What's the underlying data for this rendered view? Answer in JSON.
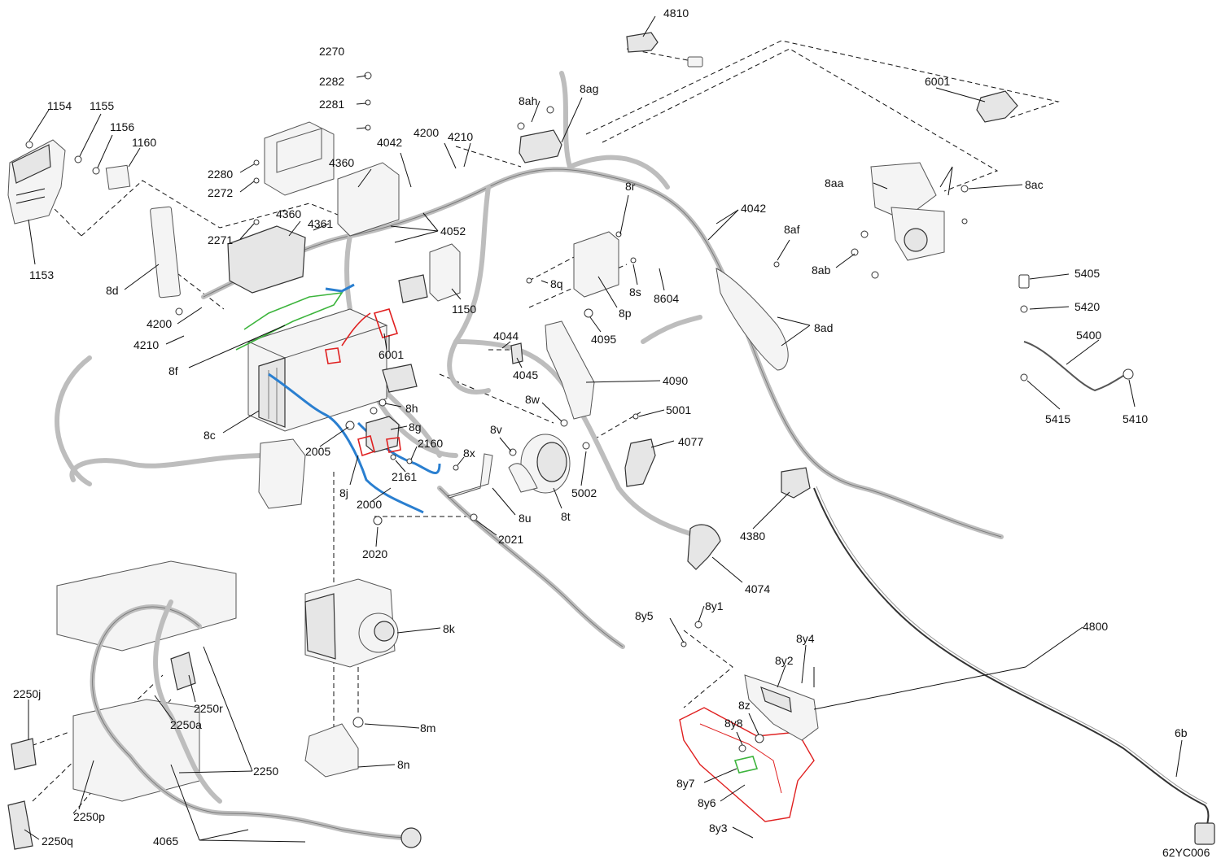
{
  "drawing_code": "62YC006",
  "callouts": [
    {
      "id": "c4810",
      "text": "4810"
    },
    {
      "id": "c6001a",
      "text": "6001"
    },
    {
      "id": "c2270",
      "text": "2270"
    },
    {
      "id": "c2282",
      "text": "2282"
    },
    {
      "id": "c2281",
      "text": "2281"
    },
    {
      "id": "c8ah",
      "text": "8ah"
    },
    {
      "id": "c8ag",
      "text": "8ag"
    },
    {
      "id": "c1154",
      "text": "1154"
    },
    {
      "id": "c1155",
      "text": "1155"
    },
    {
      "id": "c1156",
      "text": "1156"
    },
    {
      "id": "c1160",
      "text": "1160"
    },
    {
      "id": "c4200a",
      "text": "4200"
    },
    {
      "id": "c4210a",
      "text": "4210"
    },
    {
      "id": "c4042a",
      "text": "4042"
    },
    {
      "id": "c4360a",
      "text": "4360"
    },
    {
      "id": "c2280",
      "text": "2280"
    },
    {
      "id": "c2272",
      "text": "2272"
    },
    {
      "id": "c8aa",
      "text": "8aa"
    },
    {
      "id": "c8ac",
      "text": "8ac"
    },
    {
      "id": "c8r",
      "text": "8r"
    },
    {
      "id": "c4042b",
      "text": "4042"
    },
    {
      "id": "c4360b",
      "text": "4360"
    },
    {
      "id": "c4361",
      "text": "4361"
    },
    {
      "id": "c4052",
      "text": "4052"
    },
    {
      "id": "c2271",
      "text": "2271"
    },
    {
      "id": "c1153",
      "text": "1153"
    },
    {
      "id": "c8af",
      "text": "8af"
    },
    {
      "id": "c8ab",
      "text": "8ab"
    },
    {
      "id": "c5405",
      "text": "5405"
    },
    {
      "id": "c8d",
      "text": "8d"
    },
    {
      "id": "c8q",
      "text": "8q"
    },
    {
      "id": "c8s",
      "text": "8s"
    },
    {
      "id": "c8604",
      "text": "8604"
    },
    {
      "id": "c1150",
      "text": "1150"
    },
    {
      "id": "c5420",
      "text": "5420"
    },
    {
      "id": "c4200b",
      "text": "4200"
    },
    {
      "id": "c8p",
      "text": "8p"
    },
    {
      "id": "c4095",
      "text": "4095"
    },
    {
      "id": "c8ad",
      "text": "8ad"
    },
    {
      "id": "c5400",
      "text": "5400"
    },
    {
      "id": "c4210b",
      "text": "4210"
    },
    {
      "id": "c4044",
      "text": "4044"
    },
    {
      "id": "c6001b",
      "text": "6001"
    },
    {
      "id": "c8f",
      "text": "8f"
    },
    {
      "id": "c4045",
      "text": "4045"
    },
    {
      "id": "c4090",
      "text": "4090"
    },
    {
      "id": "c8w",
      "text": "8w"
    },
    {
      "id": "c8h",
      "text": "8h"
    },
    {
      "id": "c5001",
      "text": "5001"
    },
    {
      "id": "c5415",
      "text": "5415"
    },
    {
      "id": "c5410",
      "text": "5410"
    },
    {
      "id": "c8g",
      "text": "8g"
    },
    {
      "id": "c8c",
      "text": "8c"
    },
    {
      "id": "c8v",
      "text": "8v"
    },
    {
      "id": "c4077",
      "text": "4077"
    },
    {
      "id": "c2160",
      "text": "2160"
    },
    {
      "id": "c2005",
      "text": "2005"
    },
    {
      "id": "c8x",
      "text": "8x"
    },
    {
      "id": "c2161",
      "text": "2161"
    },
    {
      "id": "c8j",
      "text": "8j"
    },
    {
      "id": "c5002",
      "text": "5002"
    },
    {
      "id": "c2000",
      "text": "2000"
    },
    {
      "id": "c8u",
      "text": "8u"
    },
    {
      "id": "c8t",
      "text": "8t"
    },
    {
      "id": "c4380",
      "text": "4380"
    },
    {
      "id": "c2021",
      "text": "2021"
    },
    {
      "id": "c2020",
      "text": "2020"
    },
    {
      "id": "c4074",
      "text": "4074"
    },
    {
      "id": "c8y1",
      "text": "8y1"
    },
    {
      "id": "c8y5",
      "text": "8y5"
    },
    {
      "id": "c4800",
      "text": "4800"
    },
    {
      "id": "c8k",
      "text": "8k"
    },
    {
      "id": "c8y4",
      "text": "8y4"
    },
    {
      "id": "c8y2",
      "text": "8y2"
    },
    {
      "id": "c2250j",
      "text": "2250j"
    },
    {
      "id": "c2250r",
      "text": "2250r"
    },
    {
      "id": "c2250a",
      "text": "2250a"
    },
    {
      "id": "c8z",
      "text": "8z"
    },
    {
      "id": "c8y8",
      "text": "8y8"
    },
    {
      "id": "c8m",
      "text": "8m"
    },
    {
      "id": "c6b",
      "text": "6b"
    },
    {
      "id": "c8n",
      "text": "8n"
    },
    {
      "id": "c2250",
      "text": "2250"
    },
    {
      "id": "c8y7",
      "text": "8y7"
    },
    {
      "id": "c8y6",
      "text": "8y6"
    },
    {
      "id": "c2250p",
      "text": "2250p"
    },
    {
      "id": "c2250q",
      "text": "2250q"
    },
    {
      "id": "c4065",
      "text": "4065"
    },
    {
      "id": "c8y3",
      "text": "8y3"
    }
  ]
}
